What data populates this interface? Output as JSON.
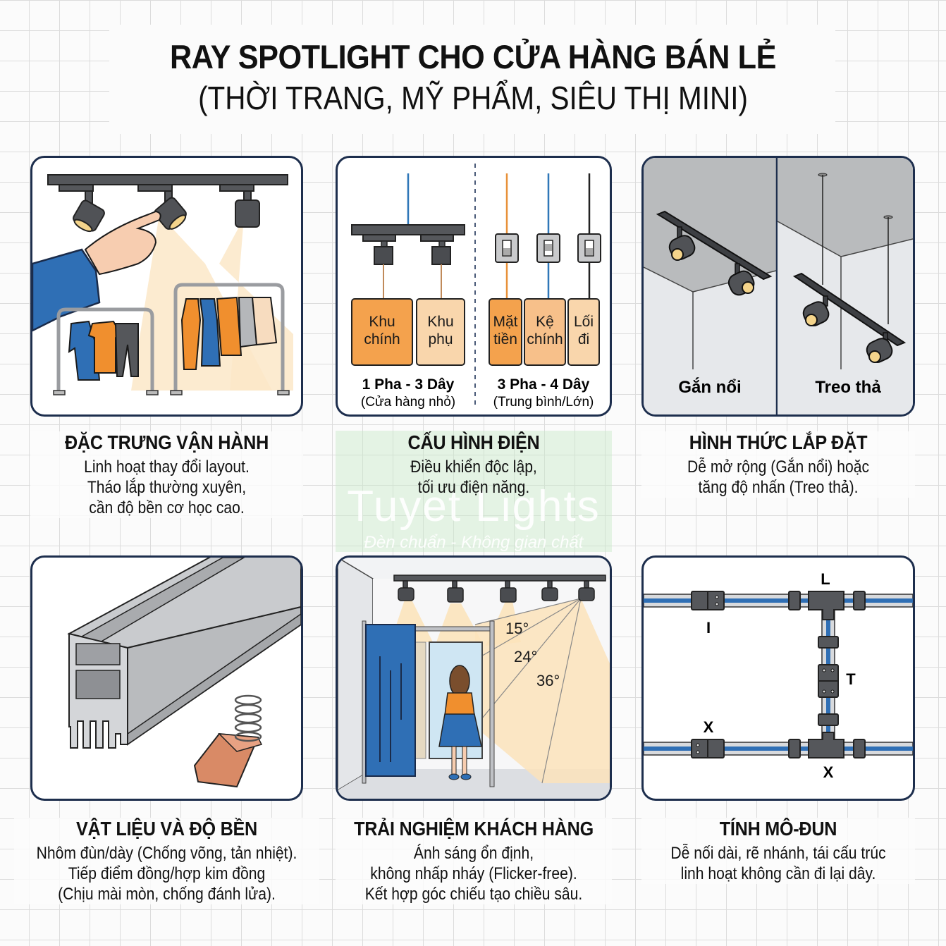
{
  "header": {
    "title": "RAY SPOTLIGHT CHO CỬA HÀNG BÁN LẺ",
    "subtitle": "(THỜI TRANG, MỸ PHẨM, SIÊU THỊ MINI)"
  },
  "watermark": {
    "brand": "Tuyet Lights",
    "slogan": "Đèn chuẩn - Không gian chất"
  },
  "panels": [
    {
      "heading": "ĐẶC TRƯNG VẬN HÀNH",
      "lines": [
        "Linh hoạt thay đổi layout.",
        "Tháo lắp thường xuyên,",
        "cần độ bền cơ học cao."
      ],
      "illustration": "hand-adjusting-track-spotlights-over-clothing-racks"
    },
    {
      "heading": "CẤU HÌNH ĐIỆN",
      "lines": [
        "Điều khiển độc lập,",
        "tối ưu điện năng."
      ],
      "illustration": "electrical-wiring-diagram",
      "diagram": {
        "left": {
          "zones": [
            {
              "line1": "Khu",
              "line2": "chính",
              "color": "#f4a24d"
            },
            {
              "line1": "Khu",
              "line2": "phụ",
              "color": "#f9d6ac"
            }
          ],
          "label": "1 Pha - 3 Dây",
          "sublabel": "(Cửa hàng nhỏ)"
        },
        "right": {
          "zones": [
            {
              "line1": "Mặt",
              "line2": "tiền",
              "color": "#f4a24d"
            },
            {
              "line1": "Kệ",
              "line2": "chính",
              "color": "#f7c08a"
            },
            {
              "line1": "Lối",
              "line2": "đi",
              "color": "#f9d6ac"
            }
          ],
          "wire_colors": [
            "#e8913a",
            "#2f77b8",
            "#222222"
          ],
          "label": "3 Pha - 4 Dây",
          "sublabel": "(Trung bình/Lớn)"
        }
      }
    },
    {
      "heading": "HÌNH THỨC LẮP ĐẶT",
      "lines": [
        "Dễ mở rộng (Gắn nổi) hoặc",
        "tăng độ nhấn (Treo thả)."
      ],
      "illustration": "surface-and-pendant-mounting",
      "labels": {
        "surface": "Gắn nổi",
        "pendant": "Treo thả"
      }
    },
    {
      "heading": "VẬT LIỆU VÀ ĐỘ BỀN",
      "lines": [
        "Nhôm đùn/dày (Chống võng, tản nhiệt).",
        "Tiếp điểm đồng/hợp kim đồng",
        "(Chịu mài mòn, chống đánh lửa)."
      ],
      "illustration": "aluminum-extrusion-and-copper-contact"
    },
    {
      "heading": "TRẢI NGHIỆM KHÁCH HÀNG",
      "lines": [
        "Ánh sáng ổn định,",
        "không nhấp nháy (Flicker-free).",
        "Kết hợp góc chiếu tạo chiều sâu."
      ],
      "illustration": "fitting-room-with-beam-angles",
      "beam_angles": [
        "15°",
        "24°",
        "36°"
      ]
    },
    {
      "heading": "TÍNH MÔ-ĐUN",
      "lines": [
        "Dễ nối dài, rẽ nhánh, tái cấu trúc",
        "linh hoạt không cần đi lại dây."
      ],
      "illustration": "modular-track-connectors",
      "connector_labels": {
        "straight": "I",
        "corner": "L",
        "tee": "T",
        "cross_left": "X",
        "cross_bottom": "X"
      }
    }
  ],
  "colors": {
    "panel_border": "#1d2e4d",
    "orange": "#f08f2e",
    "light_orange": "#f9d6ac",
    "blue": "#2f6fb5",
    "dark_gray": "#4a4c50",
    "beam": "#fbe3bb"
  }
}
